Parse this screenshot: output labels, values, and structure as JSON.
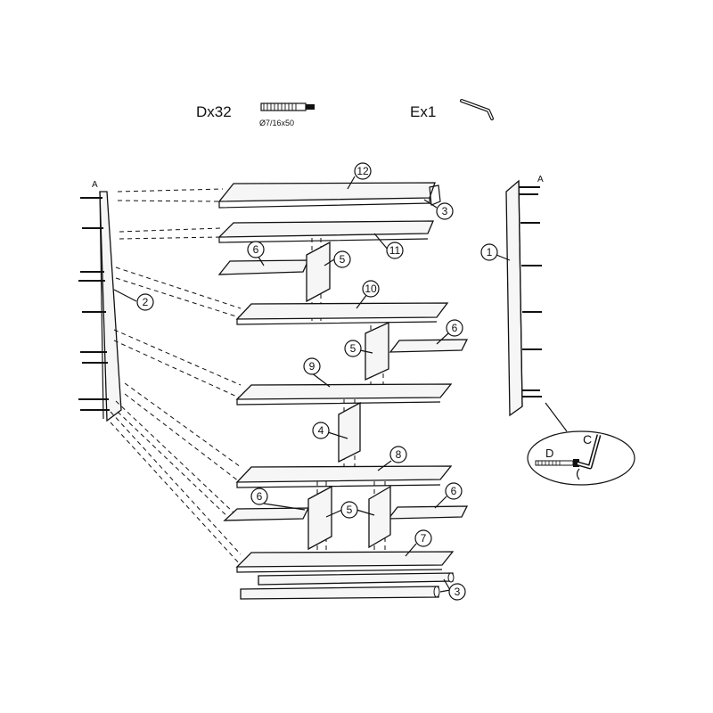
{
  "hardware": {
    "dowel_count": "Dx32",
    "dowel_size": "Ø7/16x50",
    "key_count": "Ex1"
  },
  "side_labels": {
    "left": "A",
    "right": "A"
  },
  "detail": {
    "bolt": "D",
    "key": "C"
  },
  "callouts": {
    "c12": "12",
    "c3_top": "3",
    "c11": "11",
    "c6_a": "6",
    "c5_a": "5",
    "c2": "2",
    "c10": "10",
    "c6_b": "6",
    "c5_b": "5",
    "c9": "9",
    "c4": "4",
    "c8": "8",
    "c6_c": "6",
    "c5_c": "5",
    "c6_d": "6",
    "c7": "7",
    "c3_bottom": "3",
    "c1": "1"
  }
}
